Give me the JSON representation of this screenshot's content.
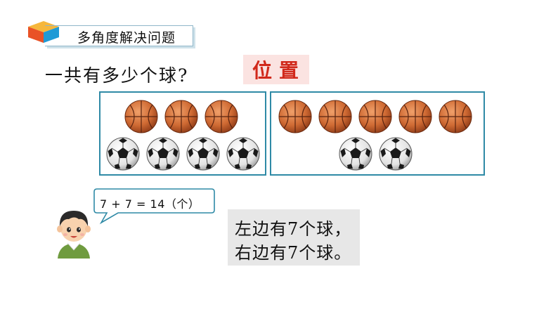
{
  "section": {
    "title": "多角度解决问题"
  },
  "question": "一共有多少个球?",
  "badge": "位置",
  "groups": {
    "left": {
      "top_basketballs": 3,
      "bottom_soccer_balls": 4
    },
    "right": {
      "top_basketballs": 5,
      "bottom_soccer_balls": 2
    }
  },
  "speech": {
    "equation": "7 + 7 = 14（个）"
  },
  "answer": {
    "line1": "左边有7个球，",
    "line2": "右边有7个球。"
  },
  "colors": {
    "accent": "#2f8aa6",
    "badge_text": "#d1291b",
    "badge_bg": "#fbe3e1",
    "basketball": "#cf6a33",
    "answer_bg": "#e7e7e7"
  },
  "icons": [
    "cube-icon",
    "basketball-icon",
    "soccer-ball-icon",
    "boy-avatar",
    "speech-bubble"
  ]
}
